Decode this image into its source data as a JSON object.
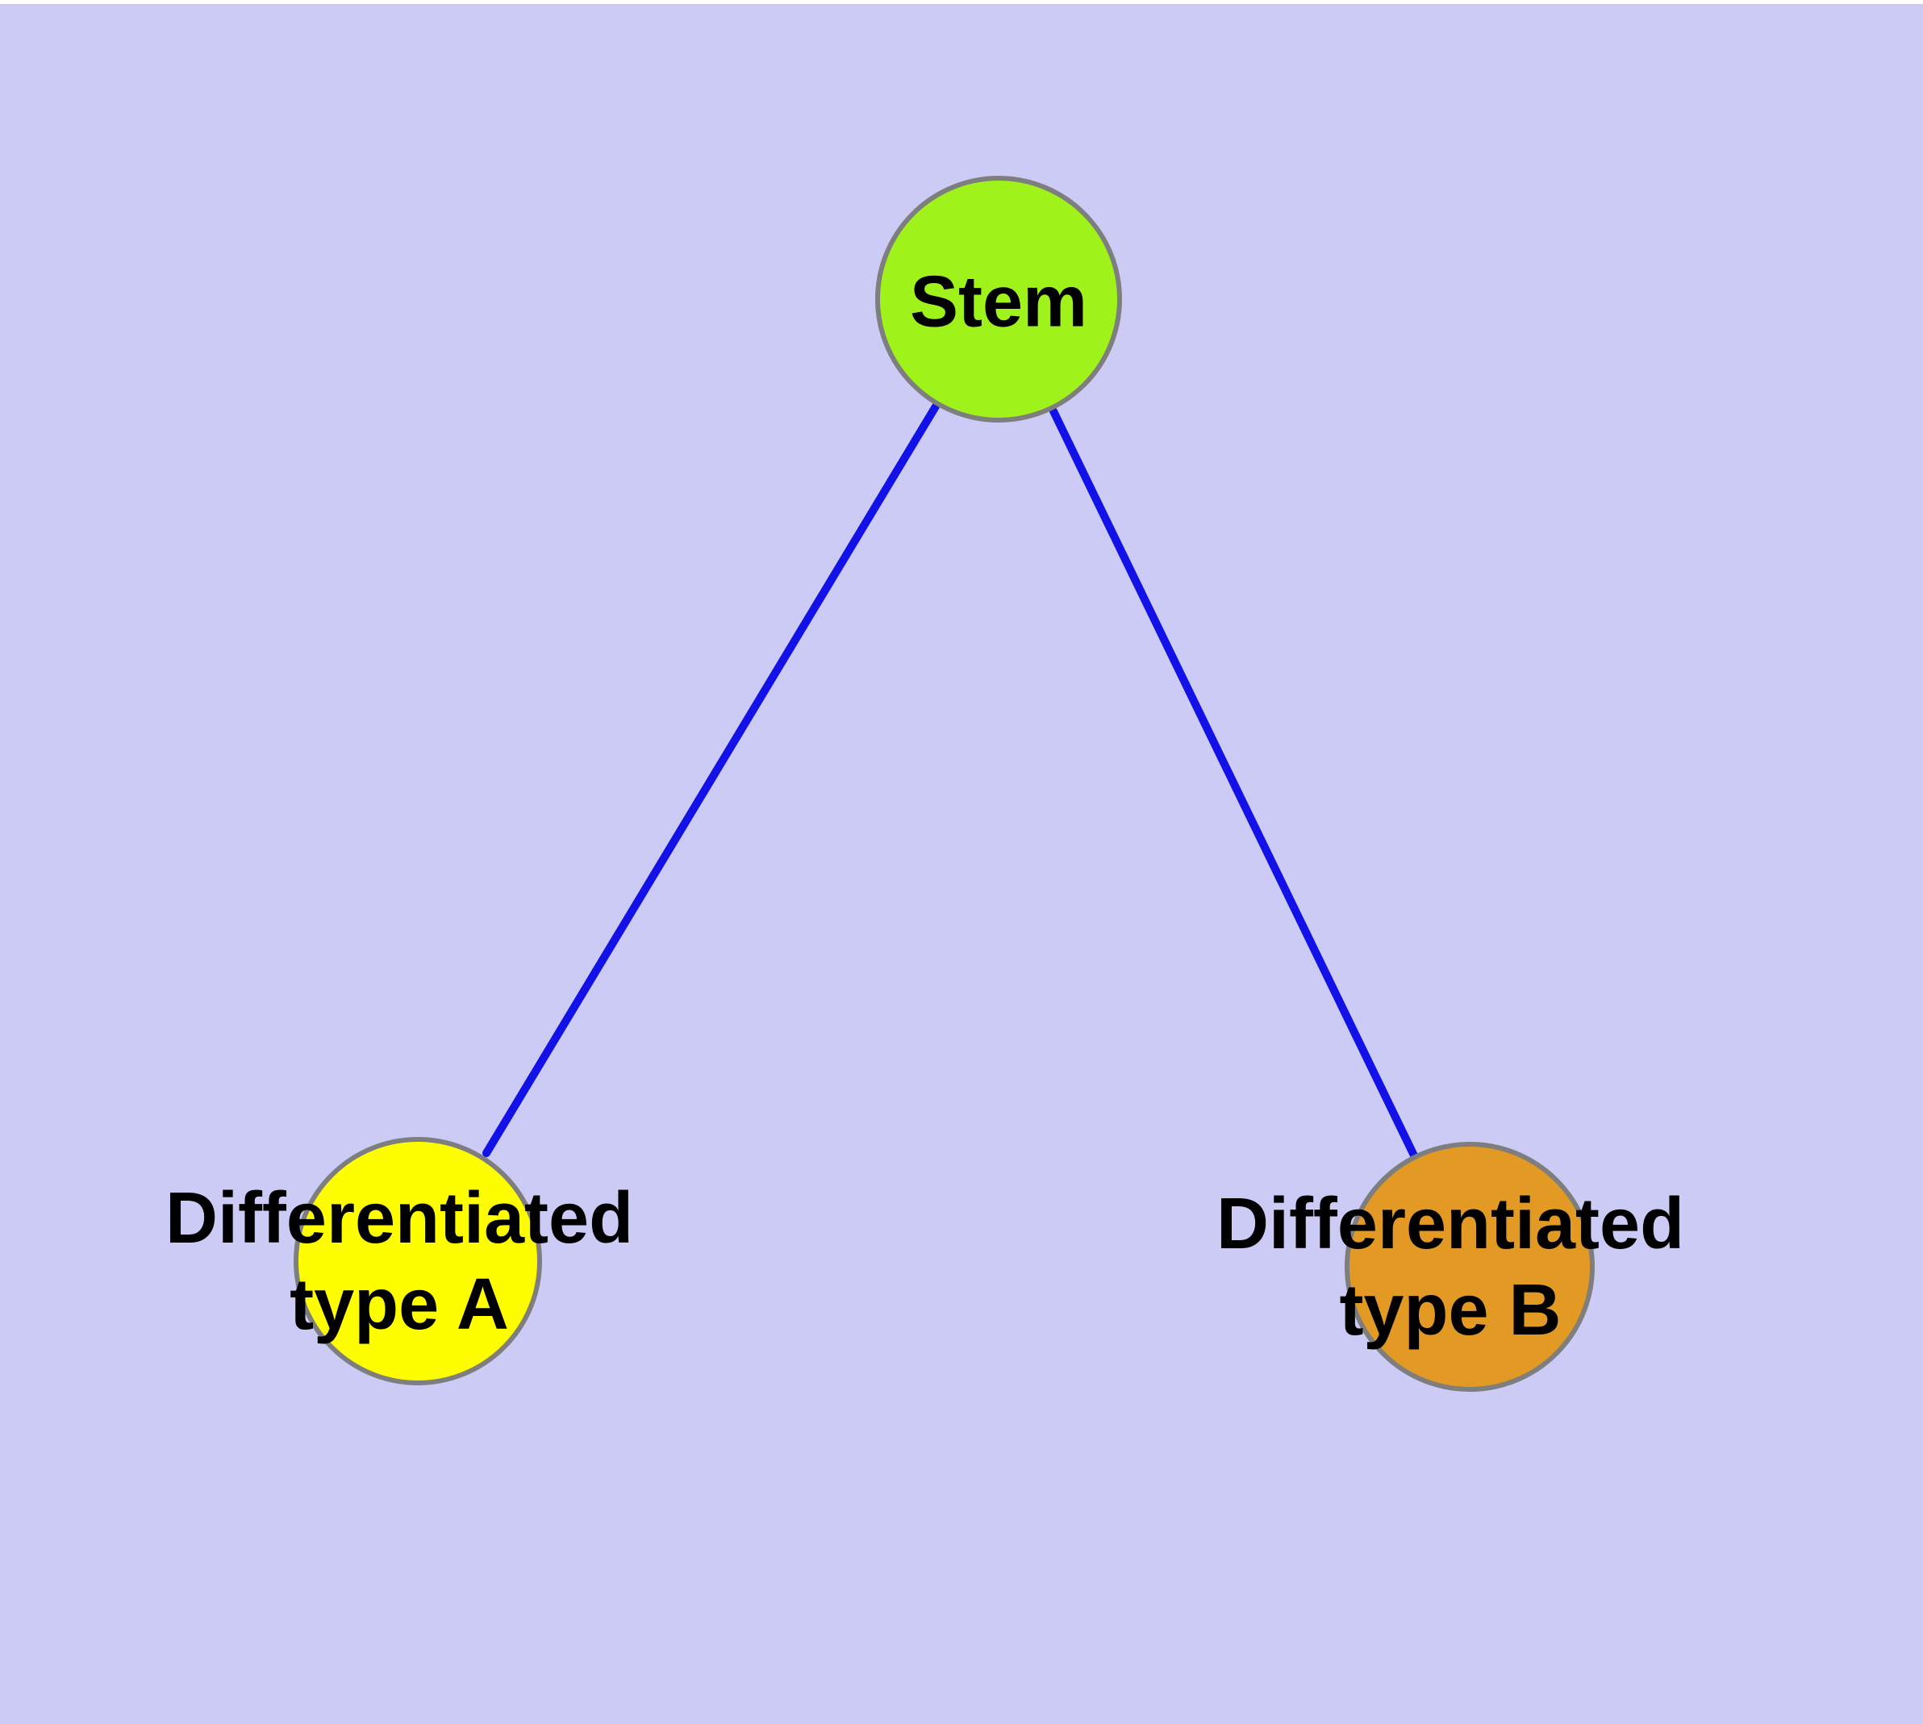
{
  "diagram": {
    "background_color": "#cbcbf6",
    "edge_color": "#1212e8",
    "node_border_color": "#7e7e7e",
    "label_color": "#000000",
    "nodes": [
      {
        "id": "stem",
        "label": "Stem",
        "color": "#9ff31a"
      },
      {
        "id": "type-a",
        "label": "Differentiated\ntype A",
        "color": "#fefe00"
      },
      {
        "id": "type-b",
        "label": "Differentiated\ntype B",
        "color": "#e39a24"
      }
    ],
    "edges": [
      {
        "from": "stem",
        "to": "type-a"
      },
      {
        "from": "stem",
        "to": "type-b"
      }
    ]
  }
}
